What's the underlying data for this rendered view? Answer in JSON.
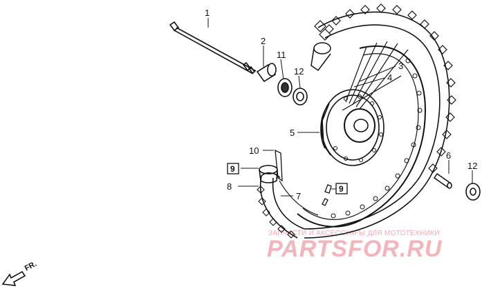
{
  "callouts": {
    "c1": "1",
    "c2": "2",
    "c3": "3",
    "c4": "4",
    "c5": "5",
    "c6": "6",
    "c7": "7",
    "c8": "8",
    "c10": "10",
    "c11": "11",
    "c12a": "12",
    "c12b": "12",
    "c9a": "9",
    "c9b": "9"
  },
  "direction_label": "FR.",
  "watermark": {
    "line1": "ЗАПЧАСТИ И АКСЕССУАРЫ ДЛЯ МОТОТЕХНИКИ",
    "line2": "PARTSFOR.RU"
  },
  "colors": {
    "ink": "#111111",
    "watermark": "#f3b4ba"
  }
}
